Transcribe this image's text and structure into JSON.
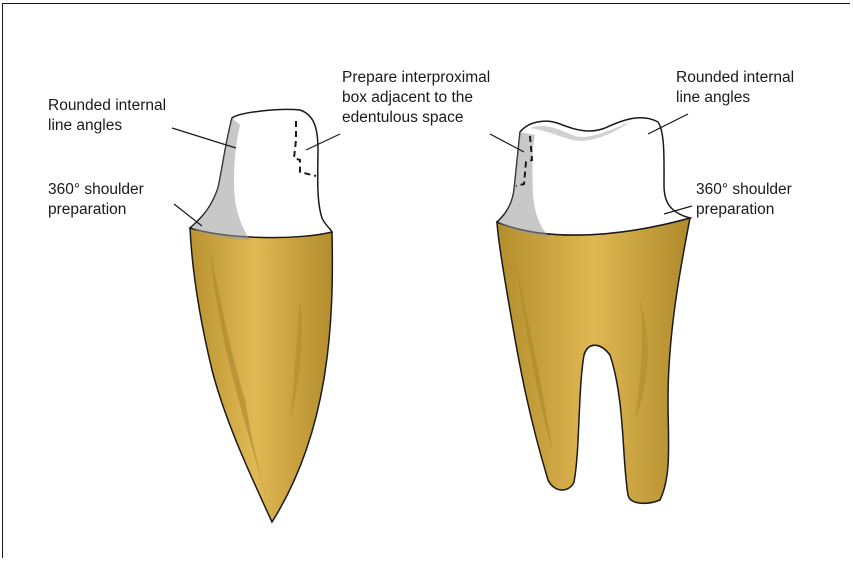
{
  "figure": {
    "left_tooth": {
      "label_internal": "Rounded internal\nline angles",
      "label_shoulder": "360° shoulder\npreparation",
      "label_box": "Prepare interproximal\nbox adjacent to the\nedentulous space"
    },
    "right_tooth": {
      "label_internal": "Rounded internal\nline angles",
      "label_shoulder": "360° shoulder\npreparation"
    }
  },
  "colors": {
    "root_fill": "#d9b04a",
    "root_shade": "#a8872a",
    "crown_fill": "#ffffff",
    "shoulder_shade": "#9a9a9a",
    "line": "#1a1a1a"
  }
}
